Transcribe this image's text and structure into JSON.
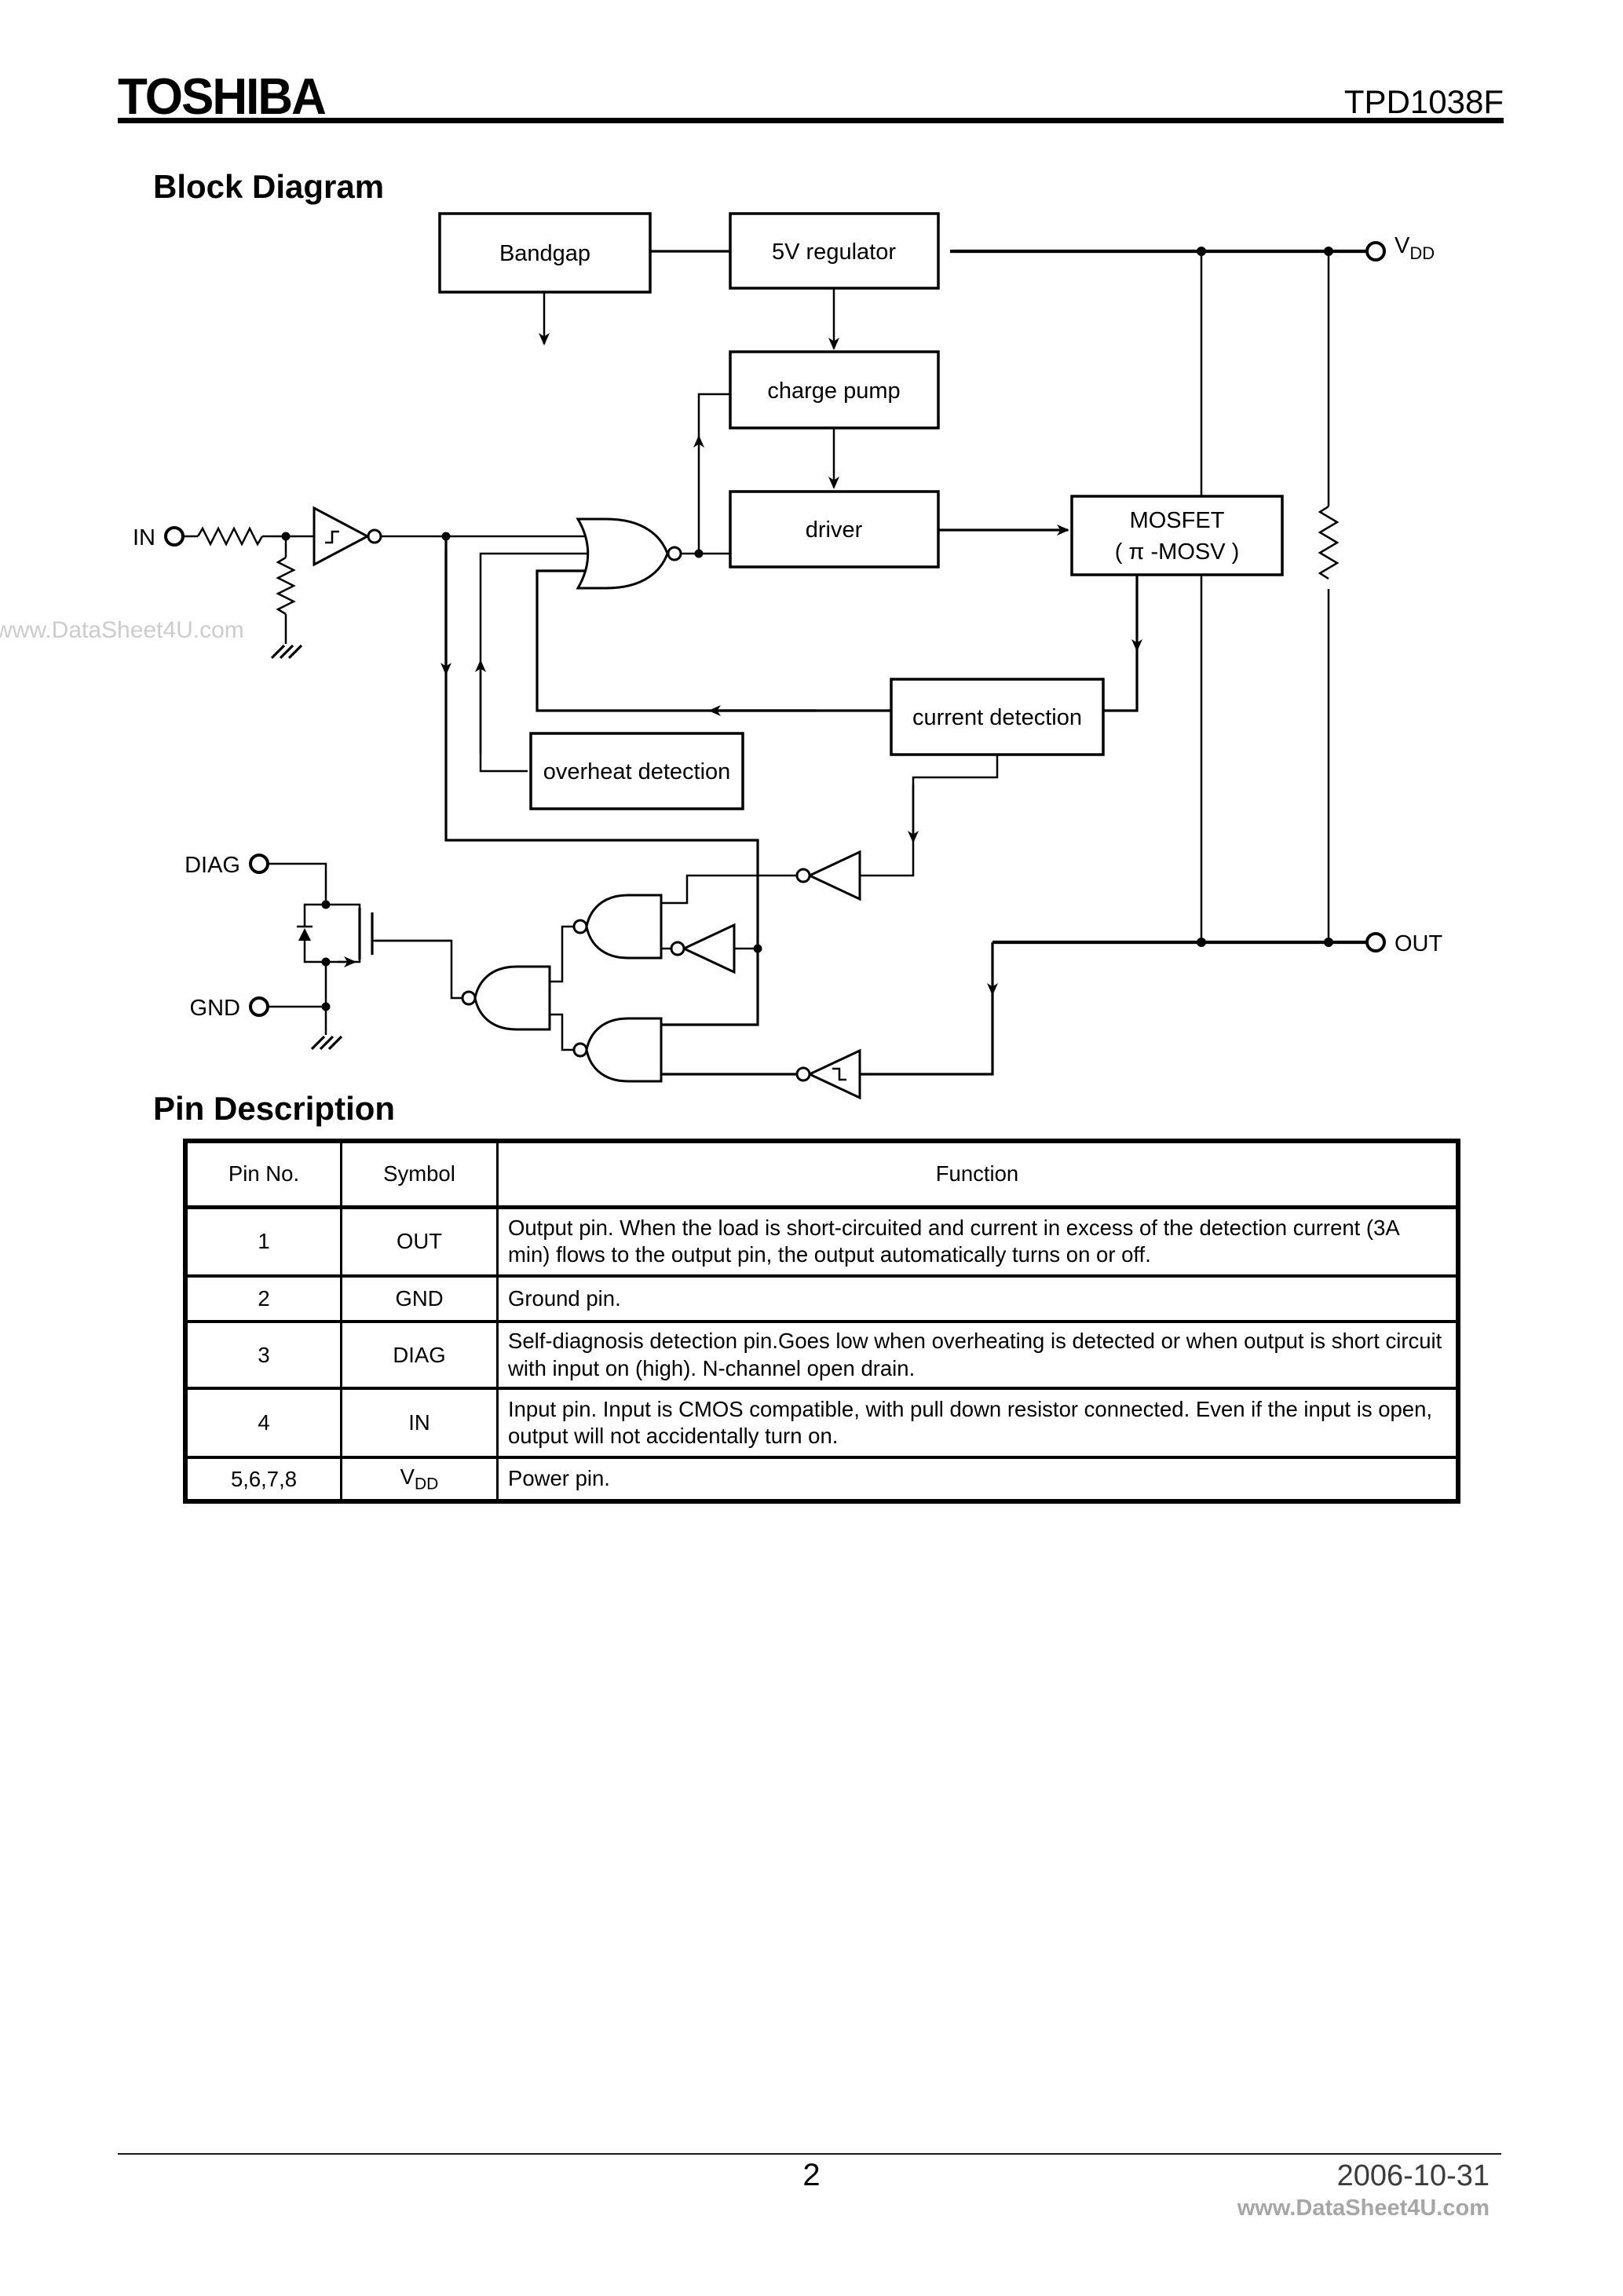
{
  "header": {
    "logo": "TOSHIBA",
    "part_number": "TPD1038F"
  },
  "sections": {
    "block_diagram": "Block Diagram",
    "pin_description": "Pin Description"
  },
  "watermarks": {
    "side": "www.DataSheet4U.com",
    "footer": "www.DataSheet4U.com"
  },
  "diagram": {
    "boxes": {
      "bandgap": "Bandgap",
      "regulator": "5V regulator",
      "charge_pump": "charge pump",
      "driver": "driver",
      "mosfet_line1": "MOSFET",
      "mosfet_line2": "( π -MOSV )",
      "current_detection": "current detection",
      "overheat_detection": "overheat detection"
    },
    "terminals": {
      "in": "IN",
      "diag": "DIAG",
      "gnd": "GND",
      "out": "OUT",
      "vdd_base": "V",
      "vdd_sub": "DD"
    }
  },
  "table": {
    "headers": {
      "pin": "Pin No.",
      "symbol": "Symbol",
      "function": "Function"
    },
    "rows": [
      {
        "pin": "1",
        "symbol": "OUT",
        "symbol_sub": "",
        "function": "Output pin. When the load is short-circuited and current in excess of the detection current (3A min) flows to the output pin, the output automatically turns on or off."
      },
      {
        "pin": "2",
        "symbol": "GND",
        "symbol_sub": "",
        "function": "Ground pin."
      },
      {
        "pin": "3",
        "symbol": "DIAG",
        "symbol_sub": "",
        "function": "Self-diagnosis detection pin.Goes low when overheating is detected or when output is short circuit with input on (high). N-channel open drain."
      },
      {
        "pin": "4",
        "symbol": "IN",
        "symbol_sub": "",
        "function": "Input pin. Input is CMOS compatible, with pull down resistor connected. Even if the input is open, output will not accidentally turn on."
      },
      {
        "pin": "5,6,7,8",
        "symbol": "V",
        "symbol_sub": "DD",
        "function": "Power pin."
      }
    ]
  },
  "footer": {
    "page_number": "2",
    "date": "2006-10-31"
  }
}
